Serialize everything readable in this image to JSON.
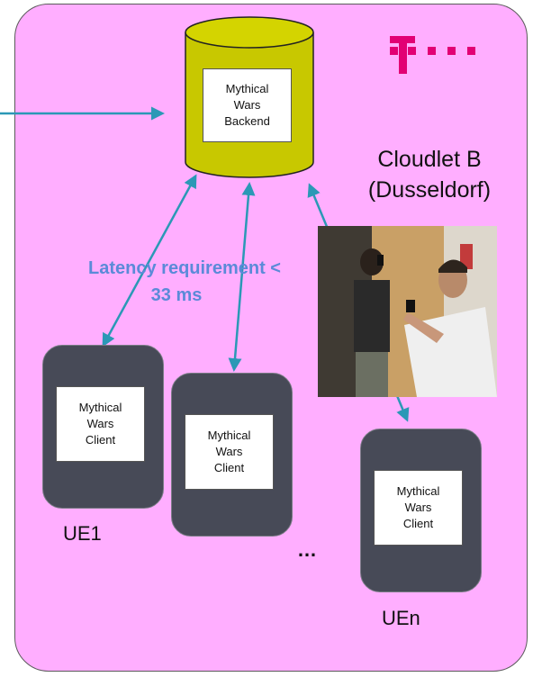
{
  "backend": {
    "label": "Mythical\nWars\nBackend"
  },
  "cloudlet": {
    "label": "Cloudlet B\n(Dusseldorf)"
  },
  "latency": {
    "line1": "Latency requirement <",
    "line2": "33 ms"
  },
  "clients": [
    {
      "label": "Mythical\nWars\nClient",
      "ue_label": "UE1"
    },
    {
      "label": "Mythical\nWars\nClient",
      "ue_label": ""
    },
    {
      "label": "Mythical\nWars\nClient",
      "ue_label": "UEn"
    }
  ],
  "ellipsis": "…",
  "logo": {
    "name": "telekom-logo",
    "color": "#e20074"
  },
  "colors": {
    "panel": "#ffaeff",
    "cylinder": "#c8c800",
    "arrow": "#2b98b6",
    "phone": "#474a57",
    "latency_text": "#5b8ad8"
  }
}
